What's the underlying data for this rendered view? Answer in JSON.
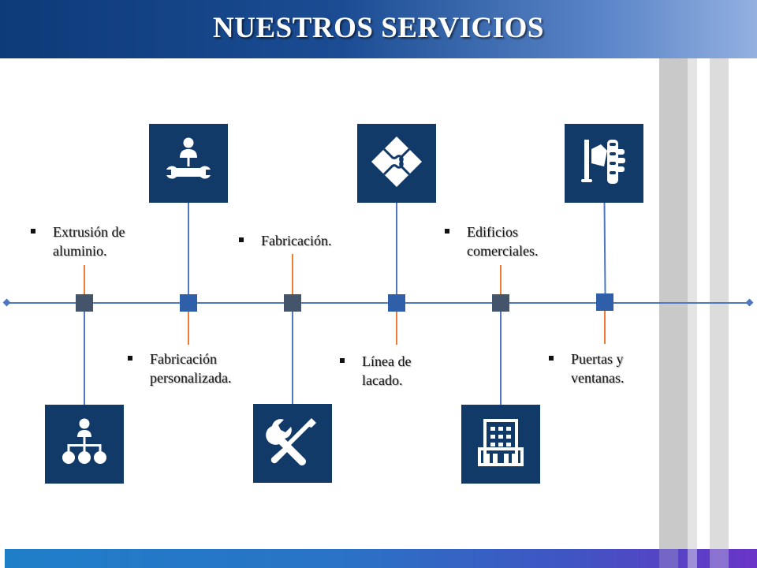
{
  "header": {
    "title": "NUESTROS SERVICIOS"
  },
  "services": [
    {
      "label_line1": "Extrusión de",
      "label_line2": "aluminio.",
      "icon": "organization-hierarchy-icon"
    },
    {
      "label_line1": "Fabricación",
      "label_line2": "personalizada.",
      "icon": "person-wrench-icon"
    },
    {
      "label_line1": "Fabricación.",
      "label_line2": "",
      "icon": "wrench-screwdriver-icon"
    },
    {
      "label_line1": "Línea de",
      "label_line2": "lacado.",
      "icon": "puzzle-icon"
    },
    {
      "label_line1": "Edificios",
      "label_line2": "comerciales.",
      "icon": "office-building-icon"
    },
    {
      "label_line1": "Puertas y",
      "label_line2": "ventanas.",
      "icon": "hand-holding-tool-icon"
    }
  ],
  "colors": {
    "header_dark": "#0d3a78",
    "icon_box": "#123a69",
    "node_dark": "#44546a",
    "node_blue": "#2e5fa8",
    "line_blue": "#4f78c4",
    "connector_orange": "#ed7d31"
  }
}
